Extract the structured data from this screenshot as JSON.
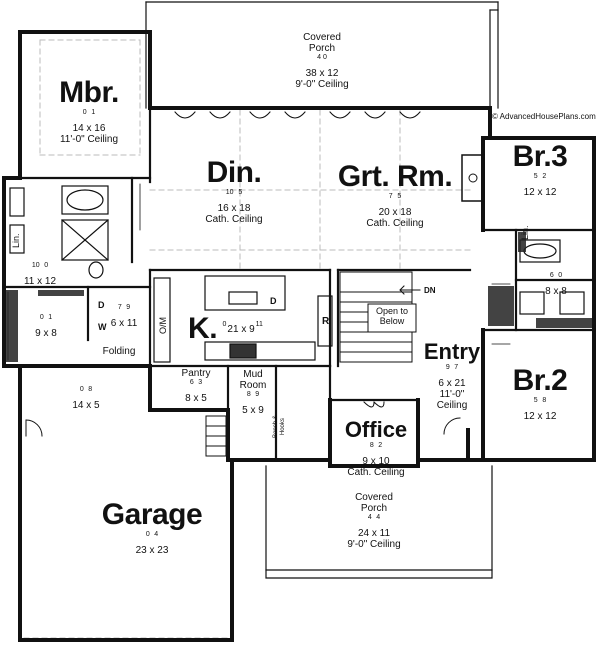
{
  "watermark": "© AdvancedHousePlans.com",
  "rooms": {
    "covered_porch_top": {
      "name": "Covered\nPorch",
      "dim": "38 x 12",
      "sup1": "4",
      "sup2": "0",
      "ceiling": "9'-0\" Ceiling"
    },
    "mbr": {
      "name": "Mbr.",
      "dim": "14 x 16",
      "sup1": "0",
      "sup2": "1",
      "ceiling": "11'-0\" Ceiling"
    },
    "din": {
      "name": "Din.",
      "dim": "16 x 18",
      "sup1": "10",
      "sup2": "5",
      "ceiling": "Cath. Ceiling"
    },
    "grt_rm": {
      "name": "Grt. Rm.",
      "dim": "20 x 18",
      "sup1": "7",
      "sup2": "5",
      "ceiling": "Cath. Ceiling"
    },
    "br3": {
      "name": "Br.3",
      "dim": "12 x 12",
      "sup1": "5",
      "sup2": "2"
    },
    "master_bath": {
      "dim": "11 x 12",
      "sup1": "10",
      "sup2": "0"
    },
    "laundry": {
      "dim": "9 x 8",
      "sup1": "0",
      "sup2": "1"
    },
    "closet": {
      "dim": "6 x 11",
      "sup1": "7",
      "sup2": "9"
    },
    "kitchen": {
      "name": "K.",
      "dim": "21 x 9",
      "sup1": "0",
      "sup2": "11"
    },
    "bath2": {
      "dim": "8 x 8",
      "sup1": "6",
      "sup2": "0"
    },
    "entry": {
      "name": "Entry",
      "dim": "6 x 21",
      "sup1": "9",
      "sup2": "7",
      "ceiling": "11'-0\"\nCeiling"
    },
    "br2": {
      "name": "Br.2",
      "dim": "12 x 12",
      "sup1": "5",
      "sup2": "8"
    },
    "pantry": {
      "name": "Pantry",
      "dim": "8 x 5",
      "sup1": "6",
      "sup2": "3"
    },
    "mud_room": {
      "name": "Mud\nRoom",
      "dim": "5 x 9",
      "sup1": "8",
      "sup2": "9"
    },
    "office": {
      "name": "Office",
      "dim": "9 x 10",
      "sup1": "8",
      "sup2": "2",
      "ceiling": "Cath. Ceiling"
    },
    "storage": {
      "dim": "14 x 5",
      "sup1": "0",
      "sup2": "8"
    },
    "garage": {
      "name": "Garage",
      "dim": "23 x 23",
      "sup1": "0",
      "sup2": "4"
    },
    "covered_porch_front": {
      "name": "Covered\nPorch",
      "dim": "24 x 11",
      "sup1": "4",
      "sup2": "4",
      "ceiling": "9'-0\" Ceiling"
    }
  },
  "small_labels": {
    "lin_master": "Lin.",
    "lin_br3": "Lin.",
    "open_to_below": "Open to\nBelow",
    "dn": "DN",
    "folding": "Folding",
    "om": "O/M",
    "refrigerator": "R",
    "dishwasher": "D",
    "w": "W",
    "d": "D",
    "bench": "Bench &\nHooks"
  }
}
